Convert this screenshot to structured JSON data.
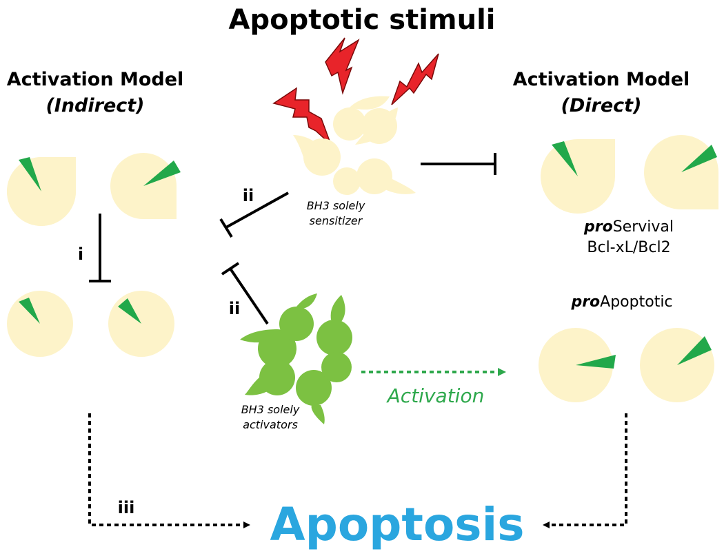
{
  "title": "Apoptotic stimuli",
  "left_model": {
    "line1": "Activation Model",
    "line2": "(Indirect)"
  },
  "right_model": {
    "line1": "Activation Model",
    "line2": "(Direct)"
  },
  "sensitizer_label": {
    "line1": "BH3 solely",
    "line2": "sensitizer"
  },
  "activators_label": {
    "line1": "BH3 solely",
    "line2": "activators"
  },
  "pro_survival": {
    "prefix": "pro",
    "name": "Servival",
    "proteins": "Bcl-xL/Bcl2"
  },
  "pro_apoptotic": {
    "prefix": "pro",
    "name": "Apoptotic"
  },
  "activation_label": "Activation",
  "apoptosis_label": "Apoptosis",
  "step_labels": {
    "i": "i",
    "ii_top": "ii",
    "ii_bottom": "ii",
    "iii": "iii"
  },
  "colors": {
    "cell_fill": "#fdf3c9",
    "green_wedge": "#22a84a",
    "activator_green": "#7cc142",
    "bolt_red": "#e8242a",
    "apoptosis_blue": "#2aa6df",
    "activation_green": "#2ea84c"
  }
}
